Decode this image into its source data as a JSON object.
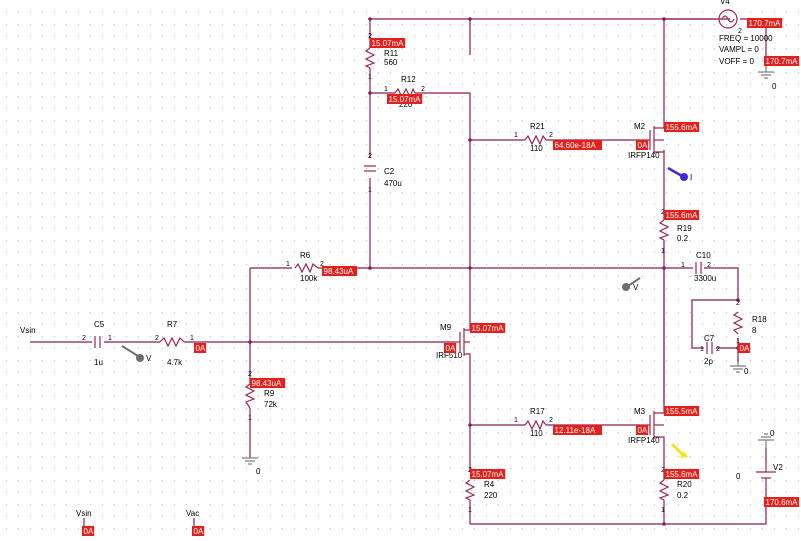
{
  "colors": {
    "wire": "#8a1c57",
    "part": "#a0244e",
    "grid": "#7d8a9a",
    "current_tag_bg": "#e3201b",
    "current_tag_text": "#ffffff",
    "probe_blue": "#3c2bd6",
    "probe_gray": "#6e6e6e",
    "probe_yellow": "#f2e51c",
    "ground": "#7a7a7a"
  },
  "components": {
    "v4": {
      "name": "V4",
      "freq": "FREQ = 10000",
      "vampl": "VAMPL = 0",
      "voff": "VOFF = 0",
      "pin": "2"
    },
    "r11": {
      "name": "R11",
      "value": "560"
    },
    "r12": {
      "name": "R12",
      "value": "220"
    },
    "c2": {
      "name": "C2",
      "value": "470u"
    },
    "r21": {
      "name": "R21",
      "value": "110"
    },
    "m2": {
      "name": "M2",
      "model": "IRFP140"
    },
    "r19": {
      "name": "R19",
      "value": "0.2"
    },
    "c10": {
      "name": "C10",
      "value": "3300u"
    },
    "r18": {
      "name": "R18",
      "value": "8"
    },
    "c7": {
      "name": "C7",
      "value": "2p"
    },
    "r6": {
      "name": "R6",
      "value": "100k"
    },
    "c5": {
      "name": "C5",
      "value": "1u"
    },
    "r7": {
      "name": "R7",
      "value": "4.7k"
    },
    "m9": {
      "name": "M9",
      "model": "IRF510"
    },
    "r9": {
      "name": "R9",
      "value": "72k"
    },
    "r17": {
      "name": "R17",
      "value": "110"
    },
    "m3": {
      "name": "M3",
      "model": "IRFP140"
    },
    "r4": {
      "name": "R4",
      "value": "220"
    },
    "r20": {
      "name": "R20",
      "value": "0.2"
    },
    "v2": {
      "name": "V2",
      "value": "0"
    }
  },
  "nets": {
    "vsin_in": "Vsin",
    "vsin_bottom": "Vsin",
    "vac_bottom": "Vac"
  },
  "probe_labels": {
    "current": "I",
    "voltage1": "V",
    "voltage2": "V"
  },
  "ground_label": "0",
  "currents": {
    "v4_top": "170.7mA",
    "v4_side": "170.7mA",
    "r11": "15.07mA",
    "r12": "15.07mA",
    "m2_drain": "155.6mA",
    "m2_gate": "0A",
    "r21": "64.60e-18A",
    "r19": "155.6mA",
    "r6": "98.43uA",
    "c5": "0A",
    "m9_drain": "15.07mA",
    "m9_gate": "0A",
    "r18": "0A",
    "r9": "98.43uA",
    "m3_drain": "155.5mA",
    "m3_gate": "0A",
    "r17": "12.11e-18A",
    "r4": "15.07mA",
    "r20": "155.6mA",
    "v2": "170.6mA",
    "vsin_bottom": "0A",
    "vac_bottom": "0A"
  },
  "pins": {
    "one": "1",
    "two": "2"
  }
}
